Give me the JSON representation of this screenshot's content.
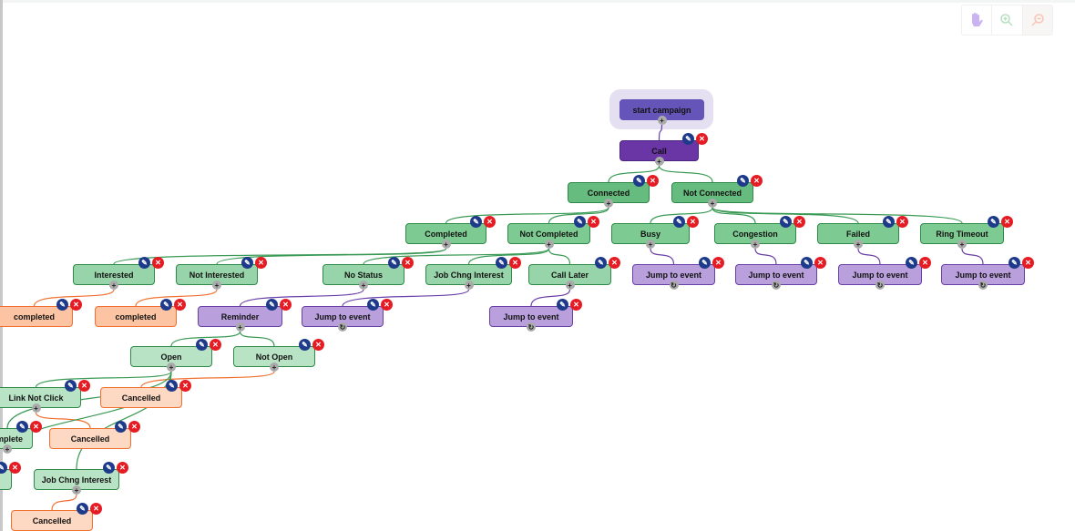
{
  "toolbar": {
    "pan_icon": "hand-icon",
    "zoom_in_icon": "zoom-in-icon",
    "zoom_out_icon": "zoom-out-icon"
  },
  "colors": {
    "edge_green": "#3a9a55",
    "edge_purple": "#6a3fa8",
    "edge_orange": "#f07030",
    "delete": "#e51c23",
    "edit": "#1e3a8a"
  },
  "nodes": [
    {
      "id": "start",
      "label": "start campaign"
    },
    {
      "id": "call",
      "label": "Call"
    },
    {
      "id": "connected",
      "label": "Connected"
    },
    {
      "id": "notconnected",
      "label": "Not Connected"
    },
    {
      "id": "completed",
      "label": "Completed"
    },
    {
      "id": "notcompleted",
      "label": "Not Completed"
    },
    {
      "id": "busy",
      "label": "Busy"
    },
    {
      "id": "congestion",
      "label": "Congestion"
    },
    {
      "id": "failed",
      "label": "Failed"
    },
    {
      "id": "ringtimeout",
      "label": "Ring Timeout"
    },
    {
      "id": "interested",
      "label": "Interested"
    },
    {
      "id": "notinterested",
      "label": "Not Interested"
    },
    {
      "id": "nostatus",
      "label": "No Status"
    },
    {
      "id": "jobchng",
      "label": "Job Chng Interest"
    },
    {
      "id": "calllater",
      "label": "Call Later"
    },
    {
      "id": "jump1",
      "label": "Jump to event"
    },
    {
      "id": "jump2",
      "label": "Jump to event"
    },
    {
      "id": "jump3",
      "label": "Jump to event"
    },
    {
      "id": "jump4",
      "label": "Jump to event"
    },
    {
      "id": "completedA",
      "label": "completed"
    },
    {
      "id": "completedB",
      "label": "completed"
    },
    {
      "id": "reminder",
      "label": "Reminder"
    },
    {
      "id": "jump5",
      "label": "Jump to event"
    },
    {
      "id": "jump6",
      "label": "Jump to event"
    },
    {
      "id": "open",
      "label": "Open"
    },
    {
      "id": "notopen",
      "label": "Not Open"
    },
    {
      "id": "linknotclick",
      "label": "Link Not Click"
    },
    {
      "id": "cancelled1",
      "label": "Cancelled"
    },
    {
      "id": "complete",
      "label": "mplete"
    },
    {
      "id": "cancelled2",
      "label": "Cancelled"
    },
    {
      "id": "hidden",
      "label": ""
    },
    {
      "id": "jobchng2",
      "label": "Job Chng Interest"
    },
    {
      "id": "cancelled3",
      "label": "Cancelled"
    }
  ]
}
